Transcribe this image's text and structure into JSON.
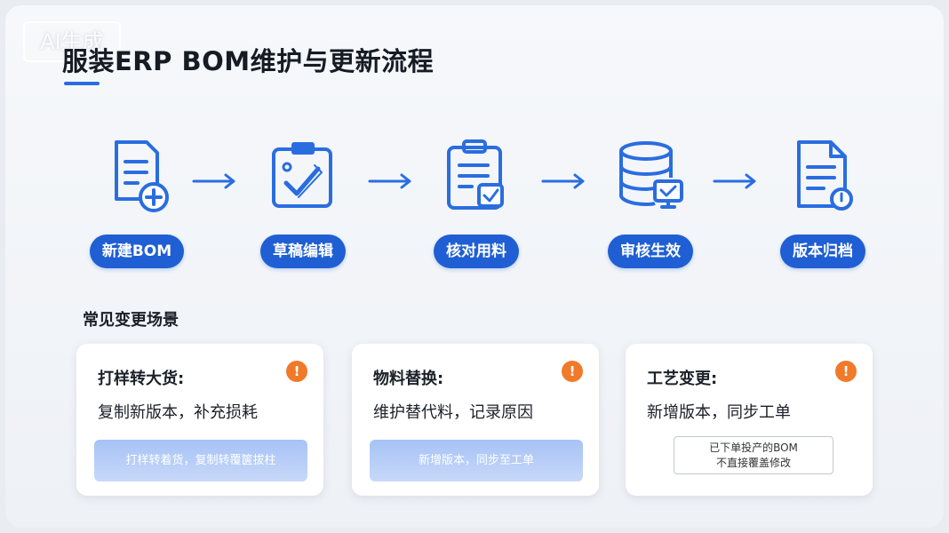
{
  "watermark": "AI生成",
  "title": "服装ERP BOM维护与更新流程",
  "steps": [
    {
      "label": "新建BOM",
      "icon": "document-plus-icon"
    },
    {
      "label": "草稿编辑",
      "icon": "clipboard-check-icon"
    },
    {
      "label": "核对用料",
      "icon": "checklist-icon"
    },
    {
      "label": "审核生效",
      "icon": "database-check-icon"
    },
    {
      "label": "版本归档",
      "icon": "document-archive-icon"
    }
  ],
  "section_title": "常见变更场景",
  "cards": [
    {
      "heading": "打样转大货:",
      "body": "复制新版本，补充损耗",
      "hint": "打样转着货，复制转覆箧拔柱",
      "warn": "!"
    },
    {
      "heading": "物料替换:",
      "body": "维护替代料，记录原因",
      "hint": "新增版本，同步至工单",
      "warn": "!"
    },
    {
      "heading": "工艺变更:",
      "body": "新增版本，同步工单",
      "note_line1": "已下单投产的BOM",
      "note_line2": "不直接覆盖修改",
      "warn": "!"
    }
  ],
  "colors": {
    "accent": "#1f5fd3",
    "icon": "#2a6de0",
    "warn": "#f07a2a"
  }
}
